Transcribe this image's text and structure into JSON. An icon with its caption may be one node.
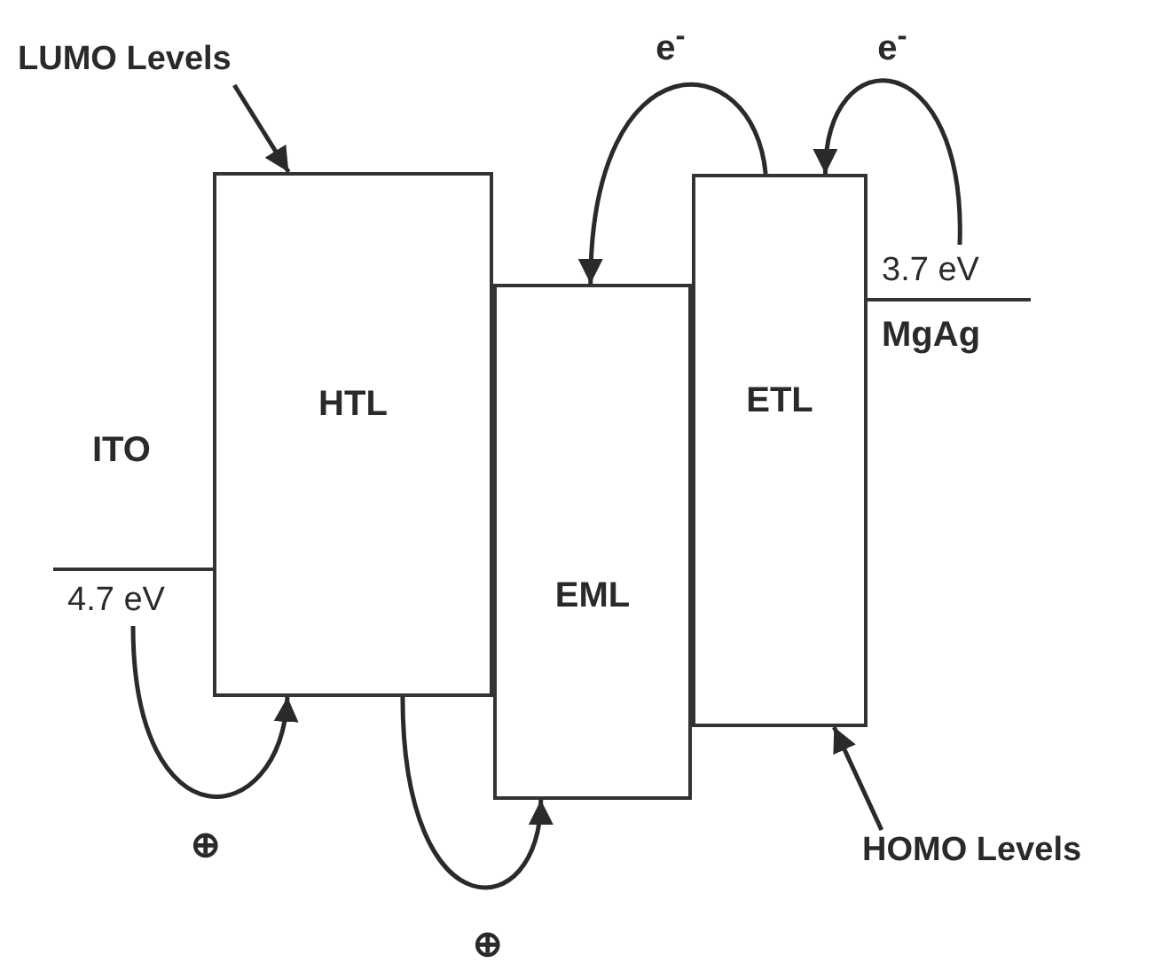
{
  "diagram": {
    "nodes": [
      {
        "text": [
          "LUMO Levels"
        ]
      },
      {
        "text": [
          "ITO"
        ],
        "beside": [
          "4.7 eV"
        ]
      },
      {
        "text": [
          "HTL"
        ]
      },
      {
        "text": [
          "EML"
        ]
      },
      {
        "text": [
          "ETL"
        ]
      },
      {
        "text": [
          "MgAg"
        ],
        "beside": [
          "3.7 eV"
        ]
      },
      {
        "text": [
          "HOMO Levels"
        ]
      }
    ],
    "edges": [
      {
        "from": 0,
        "to": 2,
        "arrow": "to"
      },
      {
        "from": 1,
        "to": 2,
        "arrow": "to",
        "label": "⊕"
      },
      {
        "from": 2,
        "to": 3,
        "arrow": "to",
        "label": "⊕"
      },
      {
        "from": 4,
        "to": 3,
        "arrow": "to",
        "label": "e$^{-}$"
      },
      {
        "from": 5,
        "to": 4,
        "arrow": "to",
        "label": "e$^{-}$"
      },
      {
        "from": 6,
        "to": 4,
        "arrow": "to"
      }
    ]
  }
}
